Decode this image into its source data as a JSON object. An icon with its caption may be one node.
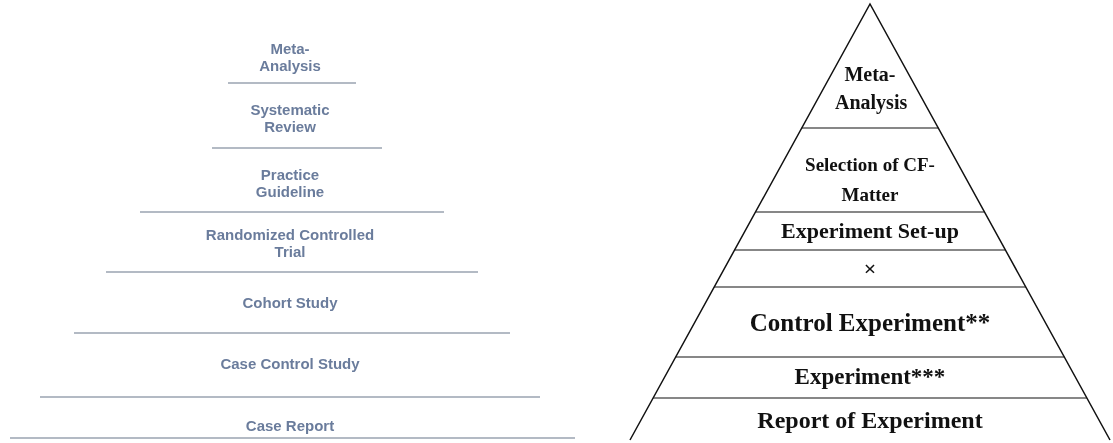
{
  "diagram": {
    "nodes": [
      {
        "text": [
          "Meta- Analysis"
        ]
      },
      {
        "text": [
          "Systematic Review"
        ]
      },
      {
        "text": [
          "Practice Guideline"
        ]
      },
      {
        "text": [
          "Randomized Controlled Trial"
        ]
      },
      {
        "text": [
          "Cohort Study"
        ]
      },
      {
        "text": [
          "Case Control Study"
        ]
      },
      {
        "text": [
          "Case Report"
        ]
      },
      {
        "text": [
          "Meta- Analysis"
        ]
      },
      {
        "text": [
          "Selection of CF- Matter"
        ]
      },
      {
        "text": [
          "Experiment Set-up"
        ]
      },
      {
        "text": [
          "×"
        ]
      },
      {
        "text": [
          "Control Experiment**"
        ]
      },
      {
        "text": [
          "Experiment***"
        ]
      },
      {
        "text": [
          "Report of Experiment"
        ]
      }
    ]
  }
}
